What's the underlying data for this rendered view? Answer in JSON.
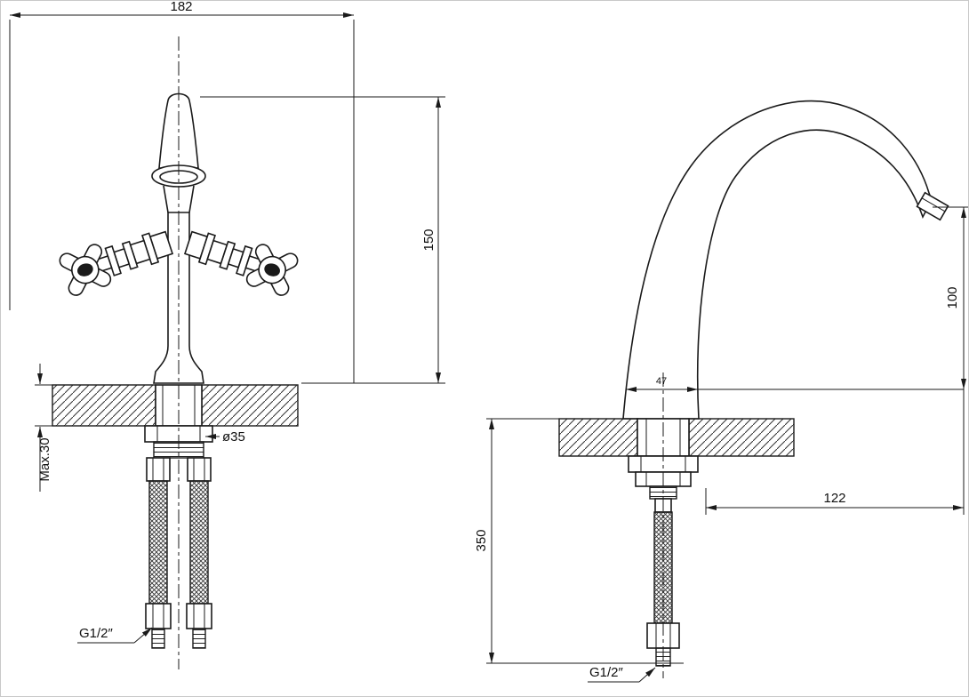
{
  "colors": {
    "ink": "#1a1a1a",
    "background": "#ffffff"
  },
  "front_view": {
    "width": "182",
    "height": "150",
    "hole_diameter": "ø35",
    "deck_thickness": "Max.30",
    "thread": "G1/2″"
  },
  "side_view": {
    "base_width": "47",
    "outlet_height": "100",
    "reach": "122",
    "under_deck_length": "350",
    "thread": "G1/2″"
  }
}
